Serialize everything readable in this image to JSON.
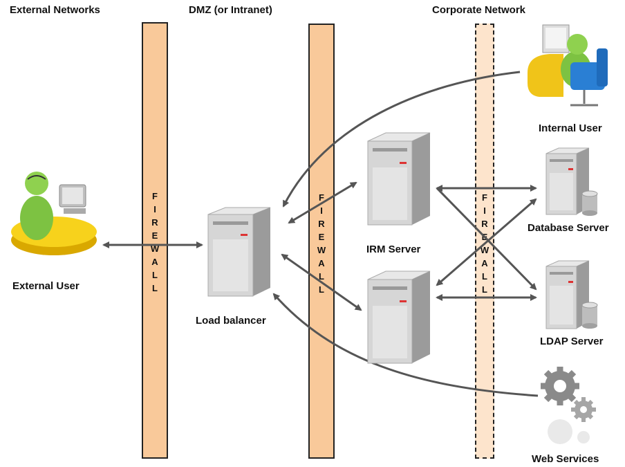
{
  "zones": {
    "external": "External Networks",
    "dmz": "DMZ (or Intranet)",
    "corporate": "Corporate Network"
  },
  "firewall_letters": [
    "F",
    "I",
    "R",
    "E",
    "W",
    "A",
    "L",
    "L"
  ],
  "nodes": {
    "external_user": "External User",
    "load_balancer": "Load balancer",
    "irm_server": "IRM Server",
    "internal_user": "Internal User",
    "database_server": "Database Server",
    "ldap_server": "LDAP Server",
    "web_services": "Web Services"
  },
  "colors": {
    "firewall_fill": "#f9c99a",
    "connector": "#555555",
    "user_body": "#8fd14f",
    "desk": "#f0c419"
  }
}
